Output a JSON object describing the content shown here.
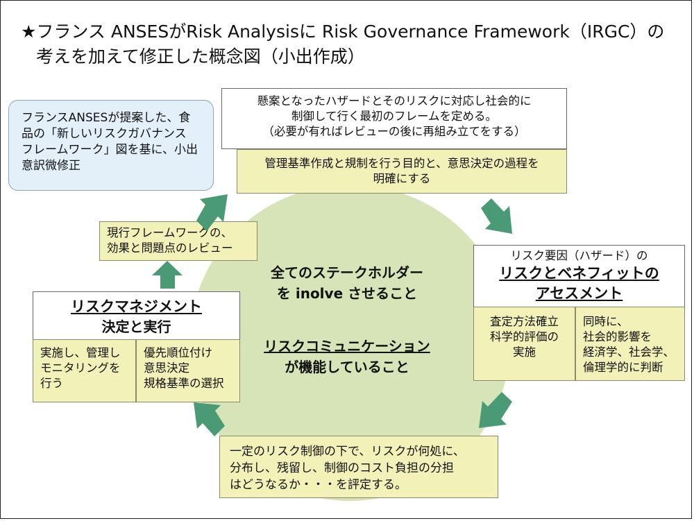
{
  "title": {
    "line1": "★フランス ANSESがRisk Analysisに Risk Governance Framework（IRGC）の",
    "line2": "考えを加えて修正した概念図（小出作成）"
  },
  "note": "フランスANSESが提案した、食品の「新しいリスクガバナンス　フレームワーク」図を基に、小出意訳微修正",
  "top_box": {
    "line1": "懸案となったハザードとそのリスクに対応し社会的に",
    "line2": "制御して行く最初のフレームを定める。",
    "line3": "（必要が有ればレビューの後に再組み立てをする）",
    "sub_line1": "管理基準作成と規制を行う目的と、意思決定の過程を",
    "sub_line2": "明確にする"
  },
  "right_box": {
    "pre": "リスク要因（ハザード）の",
    "heading1": "リスクとベネフィットの",
    "heading2": "アセスメント",
    "left_line1": "査定方法確立",
    "left_line2": "科学的評価の",
    "left_line3": "実施",
    "right_line1": "同時に、",
    "right_line2": "社会的影響を",
    "right_line3": "経済学、社会学、",
    "right_line4": "倫理学的に判断"
  },
  "bottom_box": {
    "line1": "一定のリスク制御の下で、リスクが何処に、",
    "line2": "分布し、残留し、制御のコスト負担の分担",
    "line3": "はどうなるか・・・を評定する。"
  },
  "left_box": {
    "heading1": "リスクマネジメント",
    "heading2": "決定と実行",
    "left_line1": "実施し、管理し",
    "left_line2": "モニタリングを",
    "left_line3": "行う",
    "right_line1": "優先順位付け",
    "right_line2": "意思決定",
    "right_line3": "規格基準の選択"
  },
  "review_box": {
    "line1": "現行フレームワークの、",
    "line2": "効果と問題点のレビュー"
  },
  "center": {
    "line1": "全てのステークホルダー",
    "line2": "を inolve させること",
    "line3": "リスクコミュニケーション",
    "line4": "が機能していること"
  },
  "colors": {
    "circle": "#d6e4b8",
    "arrow": "#4a9a76",
    "yellow": "#f2f1b8",
    "note": "#e3f0fa"
  }
}
